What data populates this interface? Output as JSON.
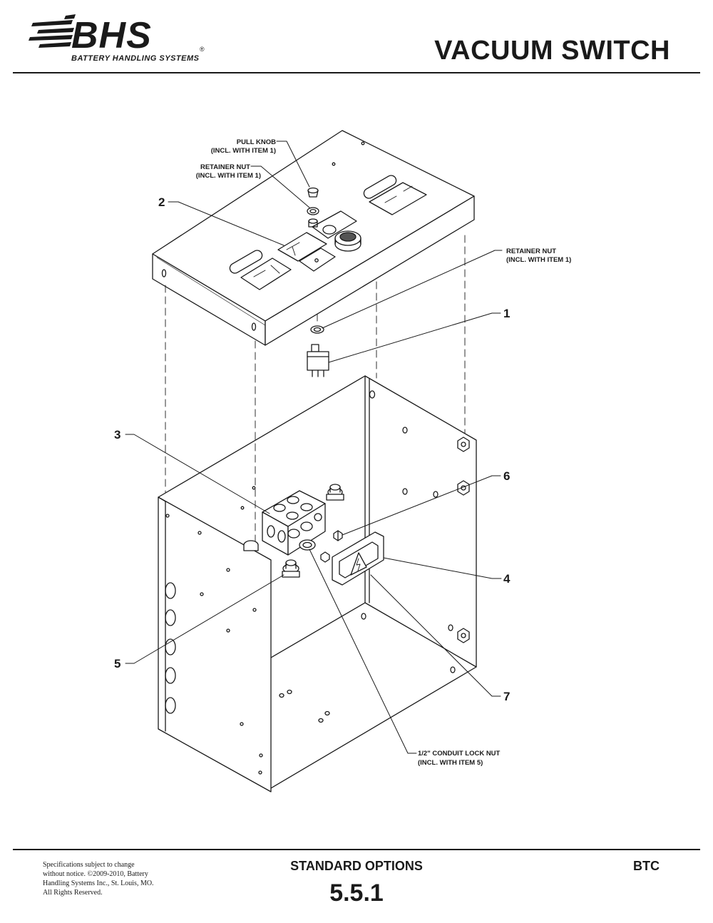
{
  "header": {
    "logo_text": "BHS",
    "logo_subtitle": "BATTERY HANDLING SYSTEMS",
    "logo_reg": "®",
    "title": "VACUUM SWITCH"
  },
  "callouts": {
    "pull_knob": [
      "PULL KNOB",
      "(INCL. WITH ITEM 1)"
    ],
    "retainer_nut_top": [
      "RETAINER NUT",
      "(INCL. WITH ITEM 1)"
    ],
    "retainer_nut_right": [
      "RETAINER NUT",
      "(INCL. WITH ITEM 1)"
    ],
    "conduit_lock_nut": [
      "1/2\" CONDUIT LOCK NUT",
      "(INCL. WITH ITEM 5)"
    ],
    "item_1": "1",
    "item_2": "2",
    "item_3": "3",
    "item_4": "4",
    "item_5": "5",
    "item_6": "6",
    "item_7": "7"
  },
  "footer": {
    "legal": "Specifications subject to change without notice. ©2009-2010, Battery Handling Systems Inc., St. Louis, MO. All Rights Reserved.",
    "section": "STANDARD OPTIONS",
    "number": "5.5.1",
    "code": "BTC"
  }
}
